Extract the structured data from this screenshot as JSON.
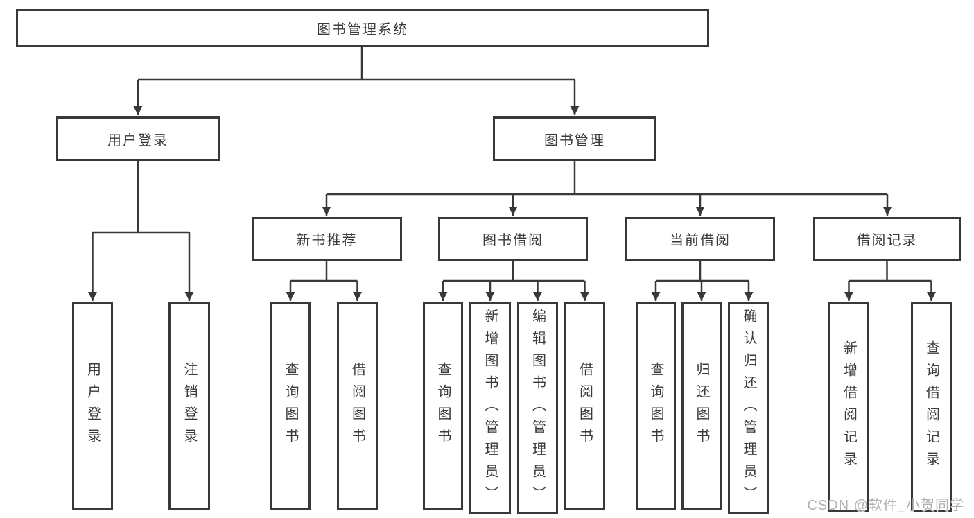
{
  "diagram": {
    "type": "hierarchy-tree",
    "title": "图书管理系统",
    "nodes": {
      "root": {
        "label": "图书管理系统"
      },
      "user_login_group": {
        "label": "用户登录"
      },
      "book_management": {
        "label": "图书管理"
      },
      "new_book_recommend": {
        "label": "新书推荐"
      },
      "book_borrowing": {
        "label": "图书借阅"
      },
      "current_borrowing": {
        "label": "当前借阅"
      },
      "borrowing_records": {
        "label": "借阅记录"
      },
      "user_login": {
        "label": "用户登录"
      },
      "logout_login": {
        "label": "注销登录"
      },
      "query_books_recommend": {
        "label": "查询图书"
      },
      "borrow_books_recommend": {
        "label": "借阅图书"
      },
      "query_books_borrowing": {
        "label": "查询图书"
      },
      "add_books_admin": {
        "label": "新增图书（管理员）"
      },
      "edit_books_admin": {
        "label": "编辑图书（管理员）"
      },
      "borrow_books_borrowing": {
        "label": "借阅图书"
      },
      "query_books_current": {
        "label": "查询图书"
      },
      "return_books": {
        "label": "归还图书"
      },
      "confirm_return_admin": {
        "label": "确认归还（管理员）"
      },
      "add_borrow_record": {
        "label": "新增借阅记录"
      },
      "query_borrow_record": {
        "label": "查询借阅记录"
      }
    },
    "edges": [
      [
        "root",
        "user_login_group"
      ],
      [
        "root",
        "book_management"
      ],
      [
        "user_login_group",
        "user_login"
      ],
      [
        "user_login_group",
        "logout_login"
      ],
      [
        "book_management",
        "new_book_recommend"
      ],
      [
        "book_management",
        "book_borrowing"
      ],
      [
        "book_management",
        "current_borrowing"
      ],
      [
        "book_management",
        "borrowing_records"
      ],
      [
        "new_book_recommend",
        "query_books_recommend"
      ],
      [
        "new_book_recommend",
        "borrow_books_recommend"
      ],
      [
        "book_borrowing",
        "query_books_borrowing"
      ],
      [
        "book_borrowing",
        "add_books_admin"
      ],
      [
        "book_borrowing",
        "edit_books_admin"
      ],
      [
        "book_borrowing",
        "borrow_books_borrowing"
      ],
      [
        "current_borrowing",
        "query_books_current"
      ],
      [
        "current_borrowing",
        "return_books"
      ],
      [
        "current_borrowing",
        "confirm_return_admin"
      ],
      [
        "borrowing_records",
        "add_borrow_record"
      ],
      [
        "borrowing_records",
        "query_borrow_record"
      ]
    ],
    "colors": {
      "line": "#383838",
      "text": "#3a3a3a",
      "box_fill": "#ffffff",
      "background": "#ffffff",
      "watermark": "#b0b0b0"
    }
  },
  "watermark": {
    "text": "CSDN @软件_小贺同学"
  }
}
